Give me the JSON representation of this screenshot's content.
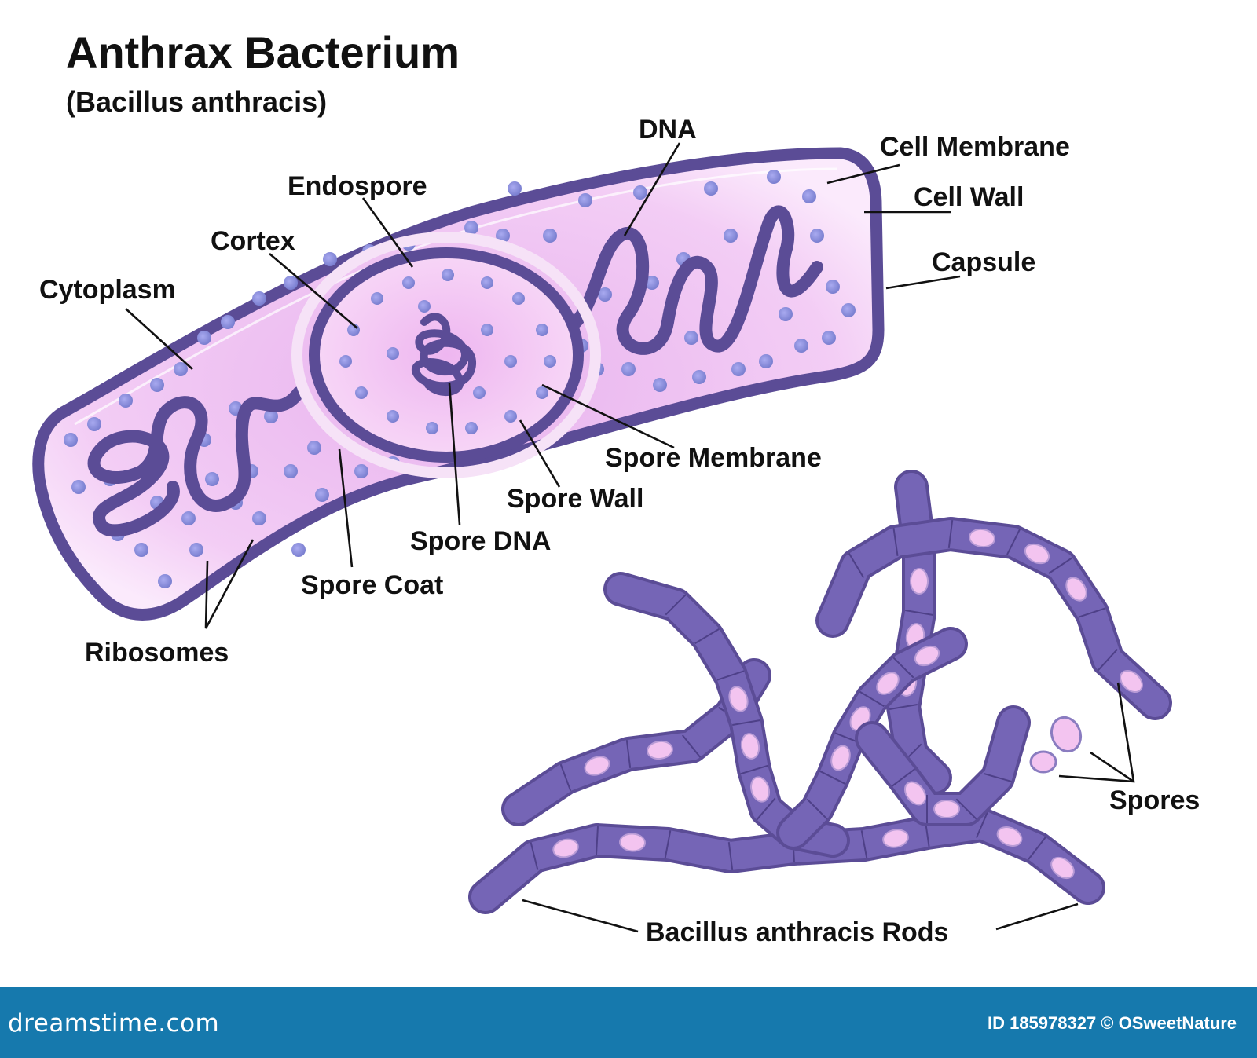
{
  "title": "Anthrax Bacterium",
  "subtitle": "(Bacillus anthracis)",
  "labels": {
    "dna": "DNA",
    "cell_membrane": "Cell Membrane",
    "endospore": "Endospore",
    "cell_wall": "Cell Wall",
    "cortex": "Cortex",
    "capsule": "Capsule",
    "cytoplasm": "Cytoplasm",
    "spore_membrane": "Spore Membrane",
    "spore_wall": "Spore Wall",
    "spore_dna": "Spore DNA",
    "spore_coat": "Spore Coat",
    "ribosomes": "Ribosomes",
    "spores": "Spores",
    "rods": "Bacillus anthracis Rods"
  },
  "footer": {
    "brand": "dreamstime.com",
    "credit": "ID 185978327 © OSweetNature"
  },
  "colors": {
    "outline": "#5b4c96",
    "cell_fill": "#f1c8f3",
    "dot": "#8f94dd",
    "rod": "#6f5fae",
    "spore": "#f3c4f0",
    "footer": "#1679ad"
  }
}
